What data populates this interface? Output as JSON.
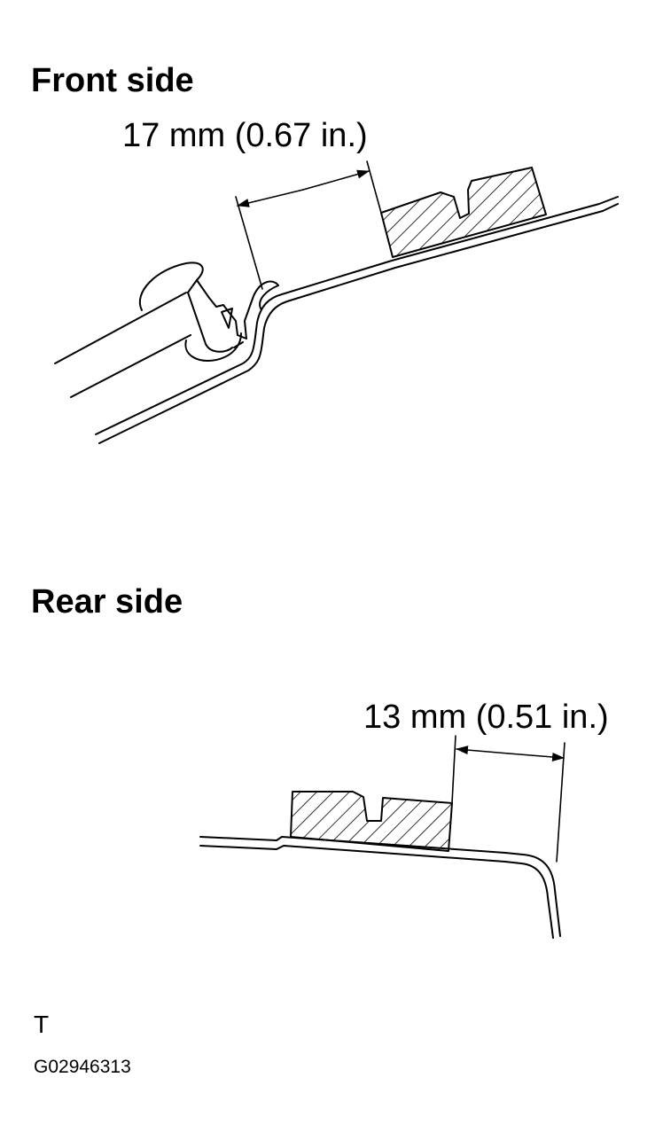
{
  "front": {
    "heading": "Front side",
    "dimension": "17 mm (0.67 in.)"
  },
  "rear": {
    "heading": "Rear side",
    "dimension": "13 mm (0.51 in.)"
  },
  "footer": {
    "marker": "T",
    "figure_code": "G02946313"
  },
  "colors": {
    "line": "#000000",
    "background": "#ffffff"
  }
}
